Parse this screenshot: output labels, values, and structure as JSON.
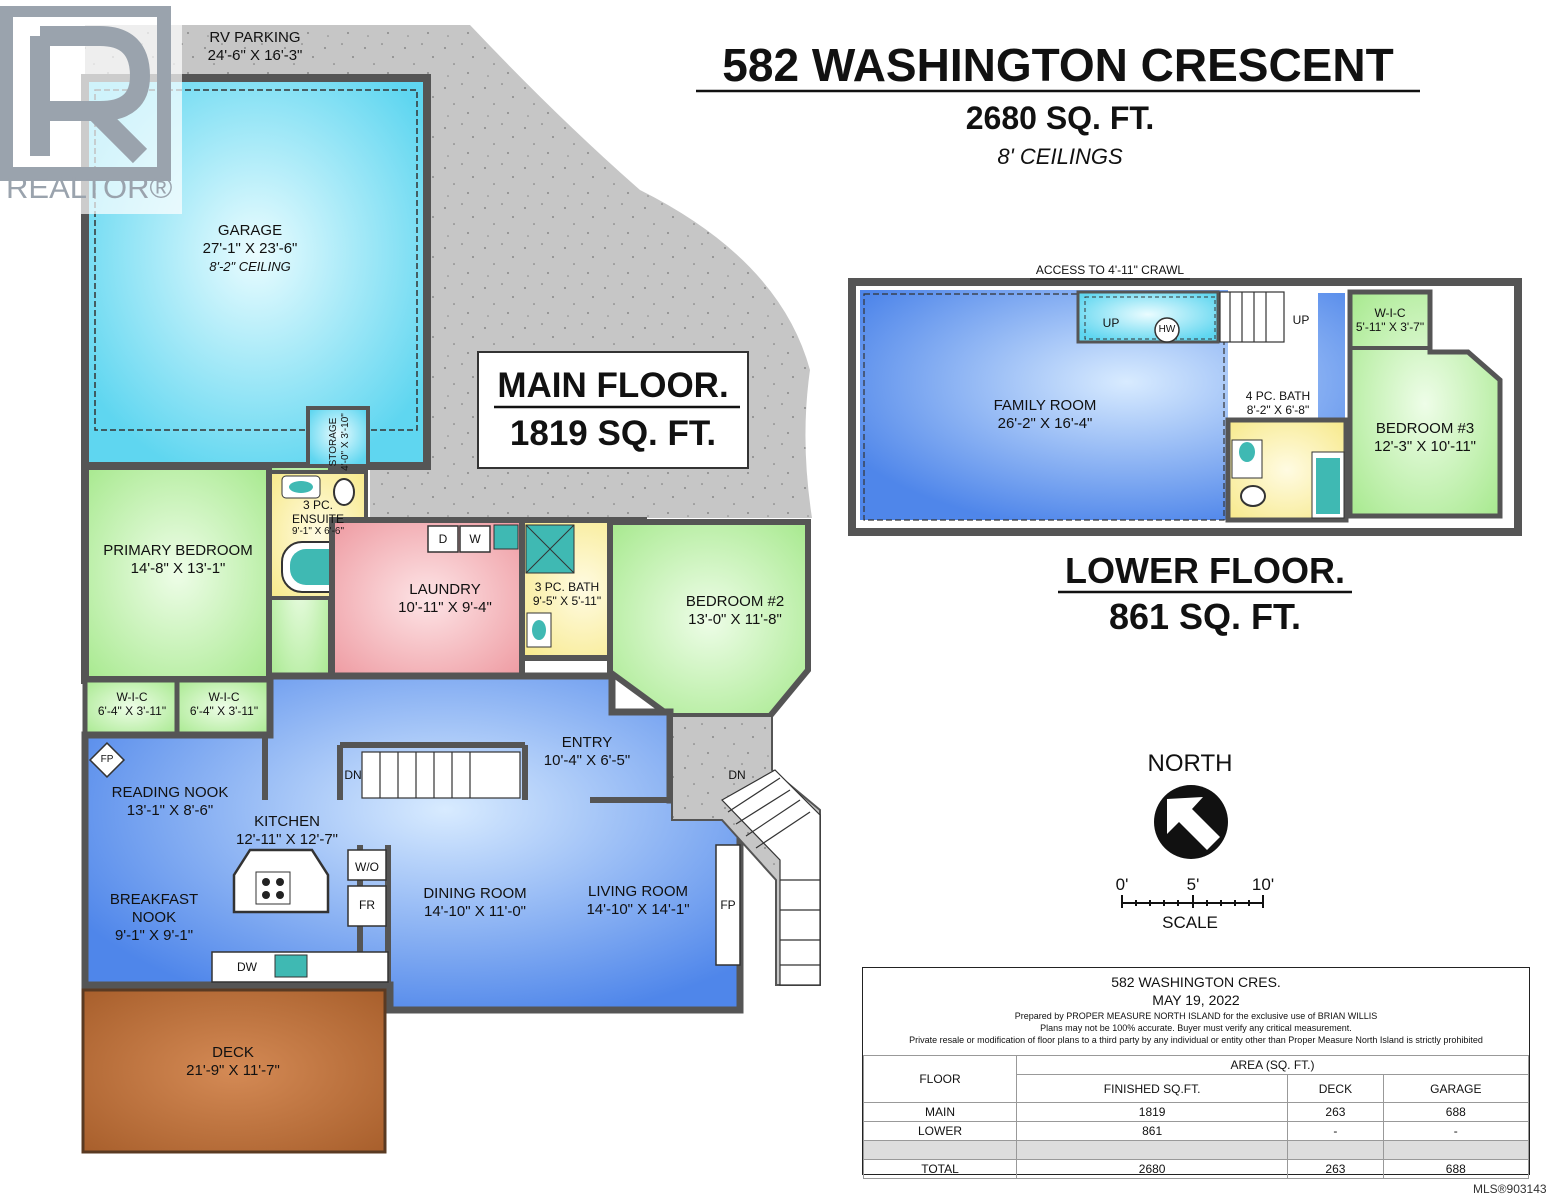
{
  "header": {
    "address": "582 WASHINGTON CRESCENT",
    "total_area": "2680 SQ. FT.",
    "ceilings": "8' CEILINGS"
  },
  "branding": {
    "realtor": "REALTOR®",
    "mls": "MLS®903143"
  },
  "main_floor": {
    "title": "MAIN FLOOR.",
    "area": "1819 SQ. FT.",
    "rooms": {
      "rv_parking": {
        "name": "RV PARKING",
        "dims": "24'-6\" X 16'-3\""
      },
      "garage": {
        "name": "GARAGE",
        "dims": "27'-1\" X 23'-6\"",
        "note": "8'-2\" CEILING"
      },
      "storage": {
        "name": "STORAGE",
        "dims": "4'-0\" X 3'-10\""
      },
      "ensuite": {
        "name1": "3 PC.",
        "name2": "ENSUITE",
        "dims": "9'-1\" X 6'-6\""
      },
      "primary_bedroom": {
        "name": "PRIMARY BEDROOM",
        "dims": "14'-8\" X 13'-1\""
      },
      "laundry": {
        "name": "LAUNDRY",
        "dims": "10'-11\" X 9'-4\""
      },
      "bath": {
        "name": "3 PC. BATH",
        "dims": "9'-5\" X 5'-11\""
      },
      "bedroom2": {
        "name": "BEDROOM #2",
        "dims": "13'-0\" X 11'-8\""
      },
      "wic1": {
        "name": "W-I-C",
        "dims": "6'-4\" X 3'-11\""
      },
      "wic2": {
        "name": "W-I-C",
        "dims": "6'-4\" X 3'-11\""
      },
      "entry": {
        "name": "ENTRY",
        "dims": "10'-4\" X 6'-5\""
      },
      "reading_nook": {
        "name": "READING NOOK",
        "dims": "13'-1\" X 8'-6\""
      },
      "kitchen": {
        "name": "KITCHEN",
        "dims": "12'-11\" X 12'-7\""
      },
      "breakfast_nook": {
        "name1": "BREAKFAST",
        "name2": "NOOK",
        "dims": "9'-1\" X 9'-1\""
      },
      "dining_room": {
        "name": "DINING ROOM",
        "dims": "14'-10\" X 11'-0\""
      },
      "living_room": {
        "name": "LIVING ROOM",
        "dims": "14'-10\" X 14'-1\""
      },
      "deck": {
        "name": "DECK",
        "dims": "21'-9\" X 11'-7\""
      }
    },
    "fixtures": {
      "dryer": "D",
      "washer": "W",
      "fireplace1": "FP",
      "fireplace2": "FP",
      "dishwasher": "DW",
      "fridge": "FR",
      "wall_oven": "W/O",
      "stairs_down1": "DN",
      "stairs_down2": "DN"
    }
  },
  "lower_floor": {
    "title": "LOWER FLOOR.",
    "area": "861 SQ. FT.",
    "crawl_access": "ACCESS TO 4'-11\" CRAWL",
    "rooms": {
      "family_room": {
        "name": "FAMILY ROOM",
        "dims": "26'-2\" X 16'-4\""
      },
      "bath4": {
        "name": "4 PC. BATH",
        "dims": "8'-2\" X 6'-8\""
      },
      "wic": {
        "name": "W-I-C",
        "dims": "5'-11\" X 3'-7\""
      },
      "bedroom3": {
        "name": "BEDROOM #3",
        "dims": "12'-3\" X 10'-11\""
      }
    },
    "fixtures": {
      "up1": "UP",
      "up2": "UP",
      "hot_water": "HW"
    }
  },
  "compass": {
    "label": "NORTH"
  },
  "scale": {
    "label": "SCALE",
    "ticks": [
      "0'",
      "5'",
      "10'"
    ]
  },
  "info": {
    "address": "582 WASHINGTON CRES.",
    "date": "MAY 19, 2022",
    "line1": "Prepared by PROPER MEASURE NORTH ISLAND for the exclusive use of BRIAN WILLIS",
    "line2": "Plans may not be 100% accurate.  Buyer must verify any critical measurement.",
    "line3": "Private resale  or modification of floor plans to a third party by any individual or entity other than Proper Measure North Island is strictly prohibited",
    "area_header": "AREA (SQ. FT.)",
    "columns": [
      "FLOOR",
      "FINISHED SQ.FT.",
      "DECK",
      "GARAGE"
    ],
    "rows": [
      [
        "MAIN",
        "1819",
        "263",
        "688"
      ],
      [
        "LOWER",
        "861",
        "-",
        "-"
      ],
      [
        "",
        "",
        "",
        ""
      ],
      [
        "TOTAL",
        "2680",
        "263",
        "688"
      ]
    ]
  },
  "colors": {
    "garage": "#8fe3f5",
    "green_rooms": "#c8f2b8",
    "laundry": "#f5b8bd",
    "bath": "#fbf1a8",
    "living": "#7fb2f0",
    "deck": "#c0733f",
    "paving": "#c8c8c8"
  }
}
